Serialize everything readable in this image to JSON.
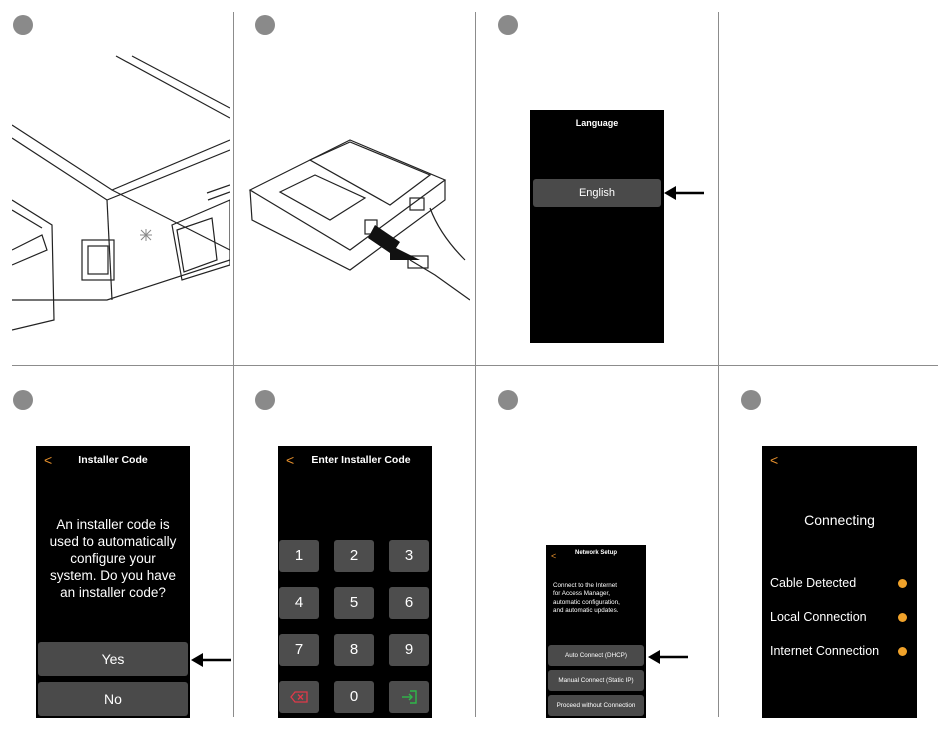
{
  "language_screen": {
    "title": "Language",
    "option": "English"
  },
  "installer_code_screen": {
    "title": "Installer Code",
    "message_lines": [
      "An installer code is",
      "used to automatically",
      "configure your",
      "system. Do you have",
      "an installer code?"
    ],
    "yes_label": "Yes",
    "no_label": "No"
  },
  "keypad_screen": {
    "title": "Enter Installer Code",
    "keys": [
      "1",
      "2",
      "3",
      "4",
      "5",
      "6",
      "7",
      "8",
      "9"
    ],
    "zero": "0",
    "delete_icon": "backspace-icon",
    "enter_icon": "enter-icon",
    "delete_color": "#e0394a",
    "enter_color": "#2fb84a"
  },
  "network_screen": {
    "title": "Network Setup",
    "message_lines": [
      "Connect to the Internet",
      "for Access Manager,",
      "automatic configuration,",
      "and automatic updates."
    ],
    "buttons": [
      "Auto Connect (DHCP)",
      "Manual Connect (Static IP)",
      "Proceed without Connection"
    ]
  },
  "connecting_screen": {
    "title": "Connecting",
    "statuses": [
      "Cable Detected",
      "Local Connection",
      "Internet Connection"
    ],
    "status_color": "#f0a22a"
  },
  "colors": {
    "accent": "#e8912d",
    "screen_bg": "#000000",
    "button_bg": "#4a4a4a"
  }
}
